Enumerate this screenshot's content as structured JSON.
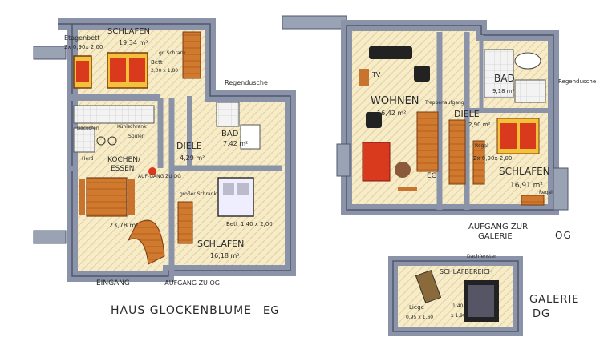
{
  "eg": {
    "title": "HAUS GLOCKENBLUME",
    "level": "EG",
    "etagenbett": {
      "label": "Etagenbett",
      "size": "2x 0,90x 2,00"
    },
    "schlafen1": {
      "label": "SCHLAFEN",
      "area": "19,34 m²"
    },
    "gr_schrank": "gr. Schrank",
    "bett1": {
      "label": "Bett",
      "size": "2,00 x 1,80"
    },
    "regendusche": "Regendusche",
    "backofen": "Backofen",
    "kuehlschrank": "Kühlschrank",
    "spuelen": "Spülen",
    "herd": "Herd",
    "kochen": {
      "label1": "KOCHEN/",
      "label2": "ESSEN",
      "area": "23,78 m²"
    },
    "aufgang": "AUF-GANG ZU OG",
    "diele": {
      "label": "DIELE",
      "area": "4,29 m²"
    },
    "bad": {
      "label": "BAD",
      "area": "7,42 m²"
    },
    "grosser_schrank": "großer Schrank",
    "bett2": {
      "label": "Bett",
      "size": "1,40 x 2,00"
    },
    "schlafen2": {
      "label": "SCHLAFEN",
      "area": "16,18 m²"
    },
    "eingang": "EINGANG",
    "aufgang_og": "~ AUFGANG ZU OG ~"
  },
  "og": {
    "level": "OG",
    "tv": "TV",
    "wohnen": {
      "label": "WOHNEN",
      "area": "16,42 m²"
    },
    "treppenaufgang": "Treppenaufgang",
    "diele": {
      "label": "DIELE",
      "area": "2,90 m²"
    },
    "eg_arrow": "EG",
    "bad": {
      "label": "BAD",
      "area": "9,18 m²"
    },
    "regendusche": "Regendusche",
    "regal1": "Regal",
    "bett_size": "2x 0,90x 2,00",
    "schlafen": {
      "label": "SCHLAFEN",
      "area": "16,91 m²"
    },
    "regal2": "Regal",
    "aufgang_galerie": {
      "line1": "AUFGANG ZUR",
      "line2": "GALERIE"
    }
  },
  "dg": {
    "dachfenster": "Dachfenster",
    "schlafbereich": "SCHLAFBEREICH",
    "liege": {
      "label": "Liege",
      "size": "0,95 x 1,60"
    },
    "bett": {
      "size1": "1,40",
      "size2": "x 1,90"
    },
    "galerie": "GALERIE",
    "level": "DG"
  },
  "colors": {
    "wall": "#9aa3b4",
    "wall_dark": "#6f7890",
    "floor": "#f4e9c6",
    "wood": "#c8742e",
    "bed_red": "#d93a1e",
    "bed_yellow": "#f3c23a",
    "ink": "#2a2a2a"
  }
}
